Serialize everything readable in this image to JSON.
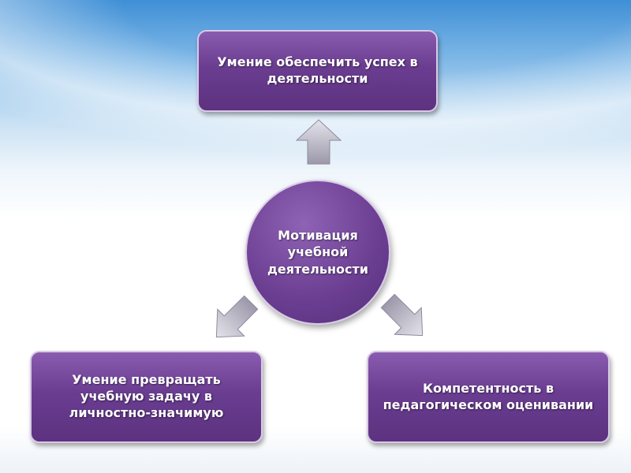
{
  "diagram": {
    "center": "Мотивация учебной деятельности",
    "top": "Умение обеспечить успех в деятельности",
    "left": "Умение превращать учебную задачу в личностно-значимую",
    "right": "Компетентность в педагогическом оценивании"
  },
  "colors": {
    "box": "#6a3d91",
    "arrow": "#a8a4b4"
  }
}
